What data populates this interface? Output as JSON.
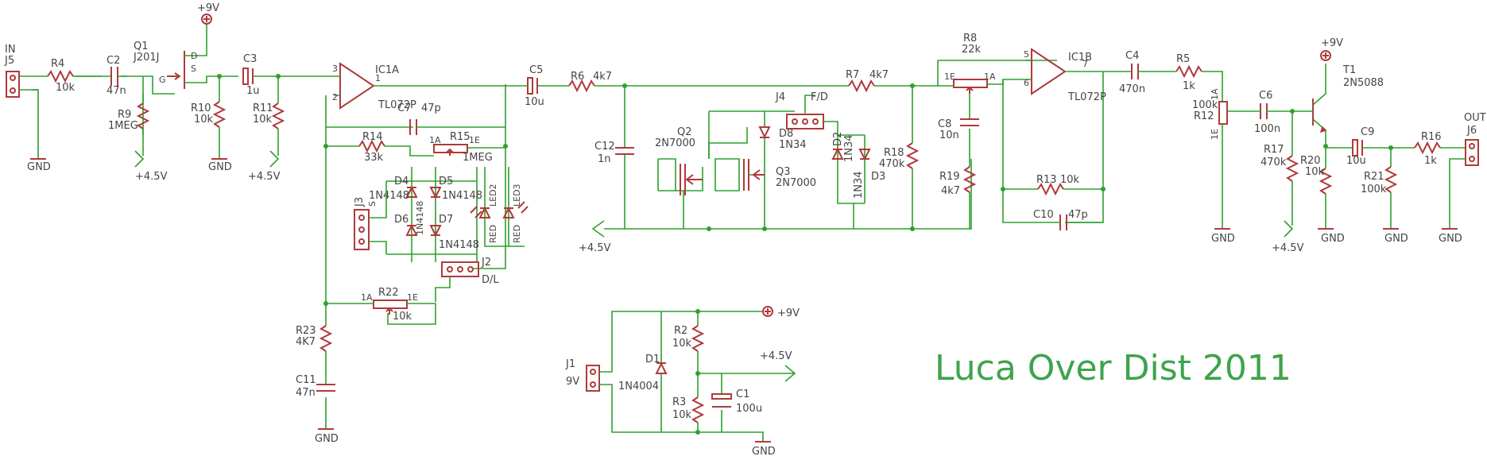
{
  "title": "Luca Over Dist 2011",
  "rails": {
    "vplus": "+9V",
    "vhalf": "+4.5V",
    "gnd": "GND"
  },
  "connectors": {
    "in_label": "IN",
    "j5": "J5",
    "out_label": "OUT",
    "j6": "J6",
    "j1": "J1",
    "j1_value": "9V",
    "j2": "J2",
    "j2_value": "D/L",
    "j3": "J3",
    "j3_value": "S",
    "j4": "J4",
    "j4_value": "F/D"
  },
  "resistors": {
    "r4": "R4",
    "r4_v": "10k",
    "r9": "R9",
    "r9_v": "1MEG",
    "r10": "R10",
    "r10_v": "10k",
    "r11": "R11",
    "r11_v": "10k",
    "r14": "R14",
    "r14_v": "33k",
    "r15": "R15",
    "r15_v": "1MEG",
    "r22": "R22",
    "r22_v": "10k",
    "r23": "R23",
    "r23_v": "4K7",
    "r6": "R6",
    "r6_v": "4k7",
    "r7": "R7",
    "r7_v": "4k7",
    "r8": "R8",
    "r8_v": "22k",
    "r18": "R18",
    "r18_v": "470k",
    "r19": "R19",
    "r19_v": "4k7",
    "r13": "R13",
    "r13_v": "10k",
    "r5": "R5",
    "r5_v": "1k",
    "r12": "R12",
    "r12_v": "100k",
    "r17": "R17",
    "r17_v": "470k",
    "r20": "R20",
    "r20_v": "10k",
    "r21": "R21",
    "r21_v": "100k",
    "r16": "R16",
    "r16_v": "1k",
    "r2": "R2",
    "r2_v": "10k",
    "r3": "R3",
    "r3_v": "10k"
  },
  "capacitors": {
    "c2": "C2",
    "c2_v": "47n",
    "c3": "C3",
    "c3_v": "1u",
    "c7": "C7",
    "c7_v": "47p",
    "c11": "C11",
    "c11_v": "47n",
    "c5": "C5",
    "c5_v": "10u",
    "c12": "C12",
    "c12_v": "1n",
    "c8": "C8",
    "c8_v": "10n",
    "c10": "C10",
    "c10_v": "47p",
    "c4": "C4",
    "c4_v": "470n",
    "c6": "C6",
    "c6_v": "100n",
    "c9": "C9",
    "c9_v": "10u",
    "c1": "C1",
    "c1_v": "100u"
  },
  "semis": {
    "q1": "Q1",
    "q1_v": "J201J",
    "q2": "Q2",
    "q2_v": "2N7000",
    "q3": "Q3",
    "q3_v": "2N7000",
    "t1": "T1",
    "t1_v": "2N5088",
    "ic1a": "IC1A",
    "ic1a_v": "TL072P",
    "ic1b": "IC1B",
    "ic1b_v": "TL072P",
    "d4": "D4",
    "d4_v": "1N4148",
    "d5": "D5",
    "d5_v": "1N4148",
    "d6": "D6",
    "d7": "D7",
    "d67_v": "1N4148",
    "led2": "LED2",
    "led3": "LED3",
    "led_v": "RED",
    "d8": "D8",
    "d8_v": "1N34",
    "d2": "D2",
    "d2_v": "1N34",
    "d3": "D3",
    "d3_v": "1N34",
    "d1": "D1",
    "d1_v": "1N4004"
  },
  "pins": {
    "g": "G",
    "d": "D",
    "s": "S",
    "p1a": "1A",
    "p1e": "1E",
    "p3": "3",
    "p2": "2",
    "p1": "1",
    "p5": "5",
    "p6": "6",
    "p7": "7",
    "p_s": "S"
  }
}
